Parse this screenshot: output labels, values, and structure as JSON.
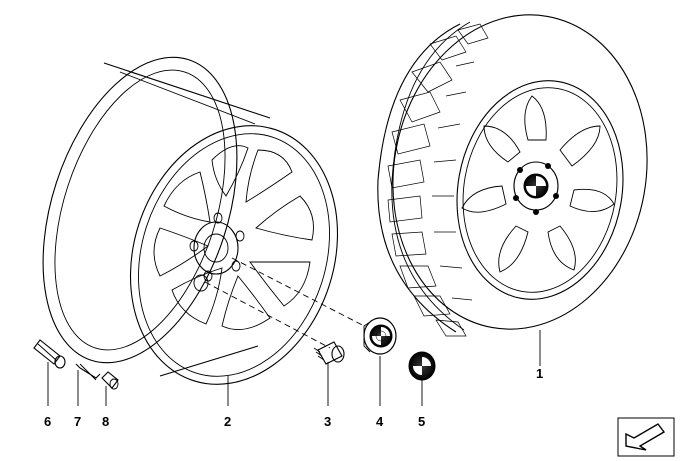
{
  "diagram": {
    "parts": [
      {
        "number": "1",
        "part": "complete-wheel-with-tire"
      },
      {
        "number": "2",
        "part": "alloy-rim"
      },
      {
        "number": "3",
        "part": "wheel-bolt"
      },
      {
        "number": "4",
        "part": "hub-cap-emblem"
      },
      {
        "number": "5",
        "part": "emblem-badge"
      },
      {
        "number": "6",
        "part": "valve-cap"
      },
      {
        "number": "7",
        "part": "valve-stem"
      },
      {
        "number": "8",
        "part": "valve-nut"
      }
    ]
  },
  "colors": {
    "line": "#000000",
    "background": "#ffffff"
  },
  "icons": {
    "direction": "arrow-icon"
  }
}
